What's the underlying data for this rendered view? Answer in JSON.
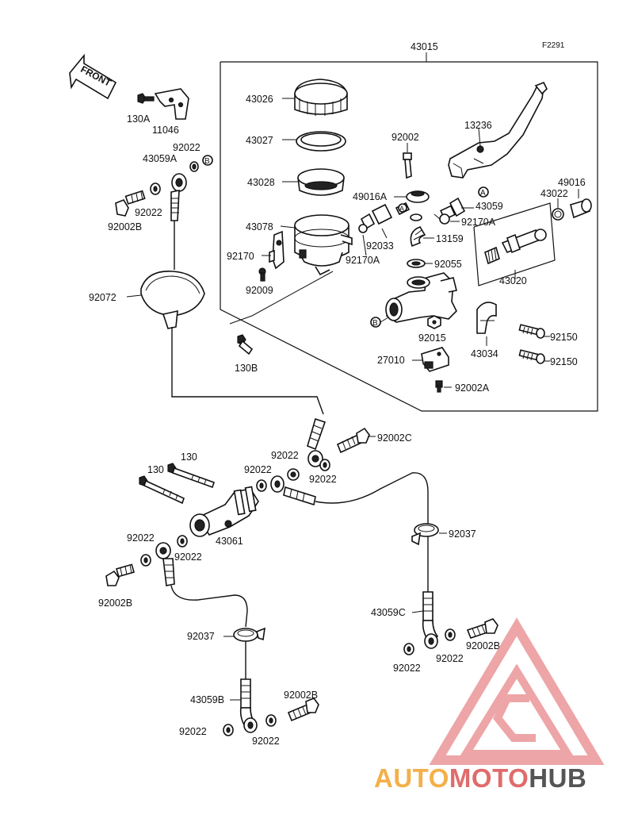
{
  "figure_code": "F2291",
  "front_label": "FRONT",
  "assembly_number": "43015",
  "watermark": {
    "part1": "AUTO",
    "part2": "MOTO",
    "part3": "HUB",
    "colors": {
      "auto": "#f3b04a",
      "moto": "#e06b6b",
      "hub": "#555555",
      "triangle": "#e8888a"
    }
  },
  "callouts": {
    "p43015": "43015",
    "p43026": "43026",
    "p43027": "43027",
    "p43028": "43028",
    "p43078": "43078",
    "p92170": "92170",
    "p92009": "92009",
    "p92002": "92002",
    "p13236": "13236",
    "p49016A": "49016A",
    "p43059": "43059",
    "p92170A_r": "92170A",
    "p92033": "92033",
    "p92170A_l": "92170A",
    "p13159": "13159",
    "p92055": "92055",
    "p49016": "49016",
    "p43022": "43022",
    "p43020": "43020",
    "p92015": "92015",
    "p43034": "43034",
    "p92150a": "92150",
    "p92150b": "92150",
    "p27010": "27010",
    "p92002A": "92002A",
    "p130A": "130A",
    "p11046": "11046",
    "p92022_top": "92022",
    "p43059A": "43059A",
    "p92022_tl": "92022",
    "p92002B_tl": "92002B",
    "p92072": "92072",
    "p130B": "130B",
    "p92002C": "92002C",
    "p92022_m1": "92022",
    "p92022_m2": "92022",
    "p92022_m3": "92022",
    "p130_a": "130",
    "p130_b": "130",
    "p43061": "43061",
    "p92022_l1": "92022",
    "p92022_l2": "92022",
    "p92002B_l": "92002B",
    "p92037_r": "92037",
    "p43059C": "43059C",
    "p92022_r1": "92022",
    "p92022_r2": "92022",
    "p92002B_r": "92002B",
    "p92037_l": "92037",
    "p43059B": "43059B",
    "p92002B_b": "92002B",
    "p92022_b1": "92022",
    "p92022_b2": "92022",
    "markA_1": "A",
    "markA_2": "A",
    "markB_1": "B",
    "markB_2": "B"
  }
}
